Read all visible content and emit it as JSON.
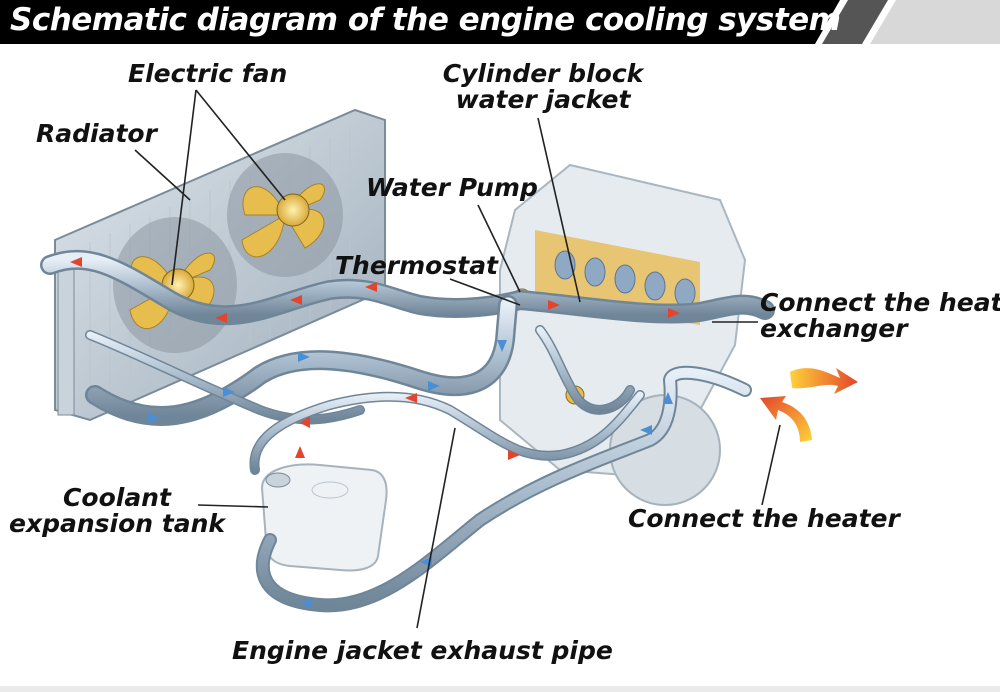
{
  "title": "Schematic diagram of the engine cooling system",
  "labels": {
    "electric_fan": "Electric fan",
    "radiator": "Radiator",
    "cylinder_block_line1": "Cylinder block",
    "cylinder_block_line2": "water jacket",
    "water_pump": "Water Pump",
    "thermostat": "Thermostat",
    "heat_exchanger_line1": "Connect the heat",
    "heat_exchanger_line2": "exchanger",
    "coolant_tank_line1": "Coolant",
    "coolant_tank_line2": "expansion tank",
    "heater": "Connect the heater",
    "exhaust_pipe": "Engine jacket exhaust pipe"
  },
  "colors": {
    "title_bar": "#000000",
    "pipe": "#9fb3c6",
    "hot_flow_arrow": "#e2452c",
    "cold_flow_arrow": "#4a8fd6",
    "fan_blade": "#e7be4e",
    "heat_flame": "#f08a1c"
  }
}
